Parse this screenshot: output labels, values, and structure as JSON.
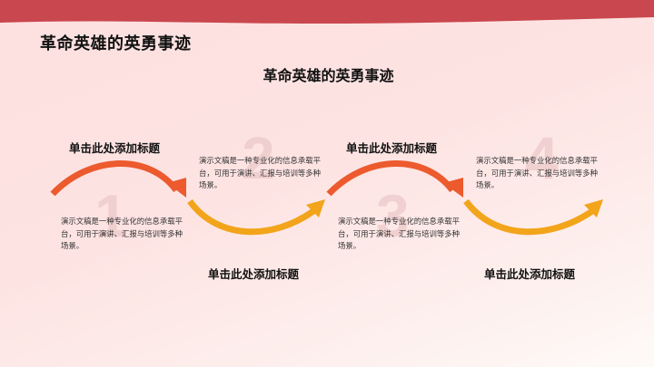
{
  "header": {
    "corner_title": "革命英雄的英勇事迹",
    "main_title": "革命英雄的英勇事迹"
  },
  "colors": {
    "top_band": "#c9474e",
    "arrow_red": "#ec5a2e",
    "arrow_orange": "#f2a41a",
    "number_watermark": "#ecc9c9"
  },
  "steps": [
    {
      "number": "1",
      "title": "单击此处添加标题",
      "description": "演示文稿是一种专业化的信息承载平台，可用于演讲、汇报与培训等多种场景。"
    },
    {
      "number": "2",
      "title": "单击此处添加标题",
      "description": "演示文稿是一种专业化的信息承载平台，可用于演讲、汇报与培训等多种场景。"
    },
    {
      "number": "3",
      "title": "单击此处添加标题",
      "description": "演示文稿是一种专业化的信息承载平台，可用于演讲、汇报与培训等多种场景。"
    },
    {
      "number": "4",
      "title": "单击此处添加标题",
      "description": "演示文稿是一种专业化的信息承载平台，可用于演讲、汇报与培训等多种场景。"
    }
  ]
}
